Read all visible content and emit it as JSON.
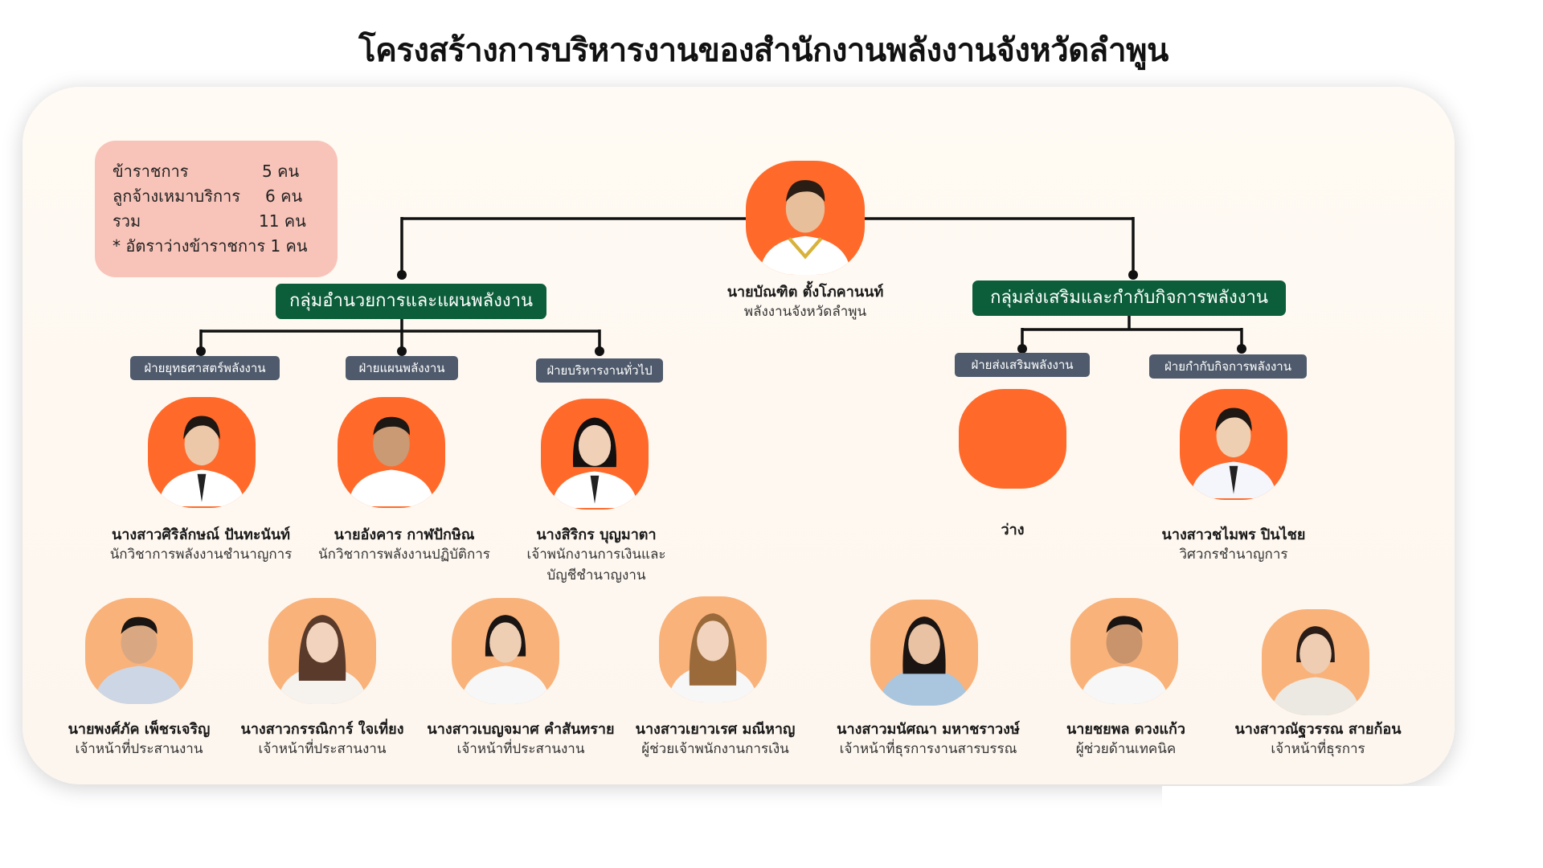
{
  "title": "โครงสร้างการบริหารงานของสำนักงานพลังงานจังหวัดลำพูน",
  "colors": {
    "accent_orange": "#ff6a2b",
    "soft_orange": "#f9b27a",
    "group_green": "#0c5e3a",
    "section_gray": "#4f5b6c",
    "info_pink": "#f8c4b9"
  },
  "staff_summary": {
    "rows": [
      {
        "label": "ข้าราชการ",
        "value": "5 คน"
      },
      {
        "label": "ลูกจ้างเหมาบริการ",
        "value": "6 คน"
      },
      {
        "label": "รวม",
        "value": "11 คน"
      }
    ],
    "note": "* อัตราว่างข้าราชการ 1 คน"
  },
  "head": {
    "name": "นายบัณฑิต ตั้งโภคานนท์",
    "position": "พลังงานจังหวัดลำพูน"
  },
  "groups": [
    {
      "name": "กลุ่มอำนวยการและแผนพลังงาน"
    },
    {
      "name": "กลุ่มส่งเสริมและกำกับกิจการพลังงาน"
    }
  ],
  "sections": [
    {
      "name": "ฝ่ายยุทธศาสตร์พลังงาน"
    },
    {
      "name": "ฝ่ายแผนพลังงาน"
    },
    {
      "name": "ฝ่ายบริหารงานทั่วไป"
    },
    {
      "name": "ฝ่ายส่งเสริมพลังงาน"
    },
    {
      "name": "ฝ่ายกำกับกิจการพลังงาน"
    }
  ],
  "officers": [
    {
      "name": "นางสาวศิริลักษณ์ ปันทะนันท์",
      "position": "นักวิชาการพลังงานชำนาญการ"
    },
    {
      "name": "นายอังคาร กาฬปักษิณ",
      "position": "นักวิชาการพลังงานปฏิบัติการ"
    },
    {
      "name": "นางสิริกร บุญมาตา",
      "position": "เจ้าพนักงานการเงินและ",
      "position2": "บัญชีชำนาญงาน"
    },
    {
      "name": "ว่าง",
      "position": ""
    },
    {
      "name": "นางสาวชไมพร ปินไชย",
      "position": "วิศวกรชำนาญการ"
    }
  ],
  "contract_staff": [
    {
      "name": "นายพงศ์ภัค เพ็ชรเจริญ",
      "position": "เจ้าหน้าที่ประสานงาน"
    },
    {
      "name": "นางสาวกรรณิการ์ ใจเที่ยง",
      "position": "เจ้าหน้าที่ประสานงาน"
    },
    {
      "name": "นางสาวเบญจมาศ คำสันทราย",
      "position": "เจ้าหน้าที่ประสานงาน"
    },
    {
      "name": "นางสาวเยาวเรศ มณีหาญ",
      "position": "ผู้ช่วยเจ้าพนักงานการเงิน"
    },
    {
      "name": "นางสาวมนัศณา มหาชราวงษ์",
      "position": "เจ้าหน้าที่ธุรการงานสารบรรณ"
    },
    {
      "name": "นายชยพล ดวงแก้ว",
      "position": "ผู้ช่วยด้านเทคนิค"
    },
    {
      "name": "นางสาวณัฐวรรณ สายก้อน",
      "position": "เจ้าหน้าที่ธุรการ"
    }
  ]
}
